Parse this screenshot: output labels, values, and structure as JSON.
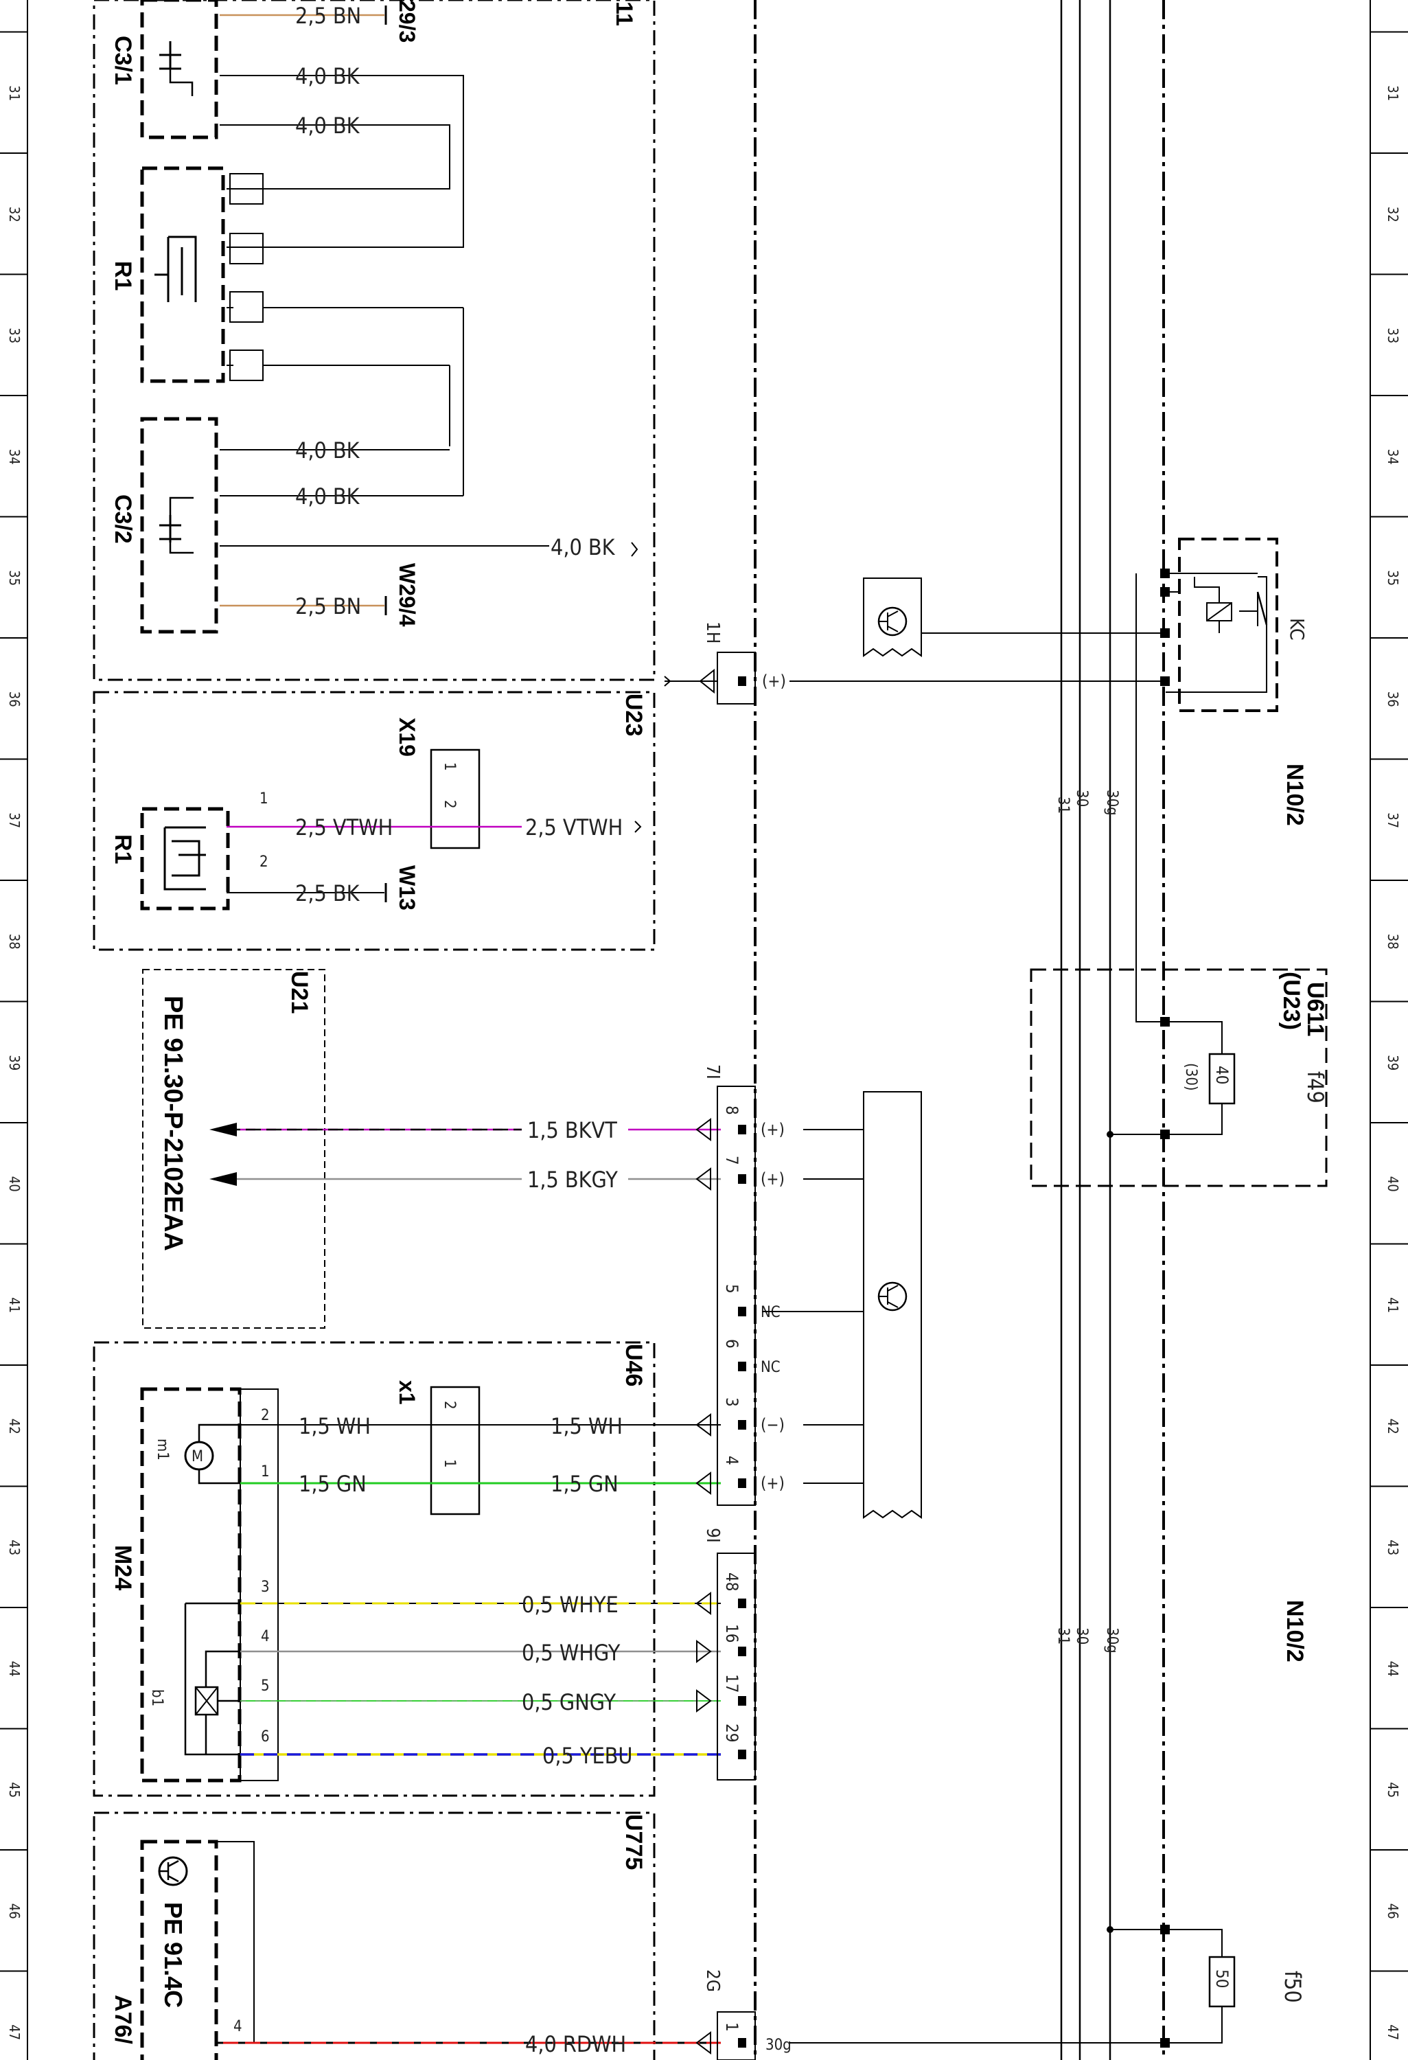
{
  "grid_numbers": [
    "31",
    "32",
    "33",
    "34",
    "35",
    "36",
    "37",
    "38",
    "39",
    "40",
    "41",
    "42",
    "43",
    "44",
    "45",
    "46",
    "47"
  ],
  "components": {
    "c3_1": "C3/1",
    "r1_a": "R1",
    "c3_2": "C3/2",
    "r1_b": "R1",
    "m24": "M24",
    "a76": "A76/",
    "u23": "U23",
    "u21": "U21",
    "u46": "U46",
    "u775": "U775",
    "x19": "X19",
    "x1": "x1",
    "w29_3": "29/3",
    "w29_4": "W29/4",
    "w13": "W13",
    "top_right": "11",
    "n10_2_a": "N10/2",
    "n10_2_b": "N10/2",
    "kc": "KC",
    "u611": "U611",
    "u23_paren": "(U23)",
    "f49": "f49",
    "f50": "f50",
    "m1": "m1",
    "b1": "b1",
    "ref_u21": "PE 91.30-P-2102EAA",
    "ref_u775": "PE 91.4C"
  },
  "connectors": {
    "c1h": "1H",
    "c7i": "7I",
    "c9i": "9I",
    "c2g": "2G"
  },
  "fuse": {
    "f49_value": "40",
    "f49_term": "(30)",
    "f50_value": "50"
  },
  "bus_labels": {
    "l31": "31",
    "l30": "30",
    "l30g": "30g"
  },
  "wires": {
    "w1": "2,5 BN",
    "w2": "4,0 BK",
    "w3": "4,0 BK",
    "w4": "4,0 BK",
    "w5": "4,0 BK",
    "w6": "4,0 BK",
    "w7": "2,5 BN",
    "w8": "2,5 VTWH",
    "w9": "2,5 VTWH",
    "w10": "2,5 BK",
    "w11": "1,5 BKVT",
    "w12": "1,5 BKGY",
    "w13": "1,5 WH",
    "w14": "1,5 WH",
    "w15": "1,5 GN",
    "w16": "1,5 GN",
    "w17": "0,5 WHYE",
    "w18": "0,5 WHGY",
    "w19": "0,5 GNGY",
    "w20": "0,5 YEBU",
    "w21": "4,0 RDWH"
  },
  "pins": {
    "p1h_plus": "(+)",
    "p8": "8",
    "p8_plus": "(+)",
    "p7": "7",
    "p7_plus": "(+)",
    "p5": "5",
    "p5_nc": "NC",
    "p6": "6",
    "p6_nc": "NC",
    "p3": "3",
    "p3_minus": "(−)",
    "p4": "4",
    "p4_plus": "(+)",
    "p48": "48",
    "p16": "16",
    "p17": "17",
    "p29": "29",
    "p1_2g": "1",
    "p30g": "30g",
    "m24_2": "2",
    "m24_1": "1",
    "m24_3": "3",
    "m24_4": "4",
    "m24_5": "5",
    "m24_6": "6",
    "r1_1": "1",
    "r1_2": "2",
    "x19_1": "1",
    "x19_2": "2",
    "x1_1": "1",
    "x1_2": "2",
    "a76_4": "4"
  },
  "colors": {
    "BN": "#c8915a",
    "VT": "#c000c0",
    "GN": "#22cc22",
    "YE": "#e8e000",
    "BU": "#1a1ae0",
    "RD": "#e01010",
    "GY": "#909090"
  }
}
